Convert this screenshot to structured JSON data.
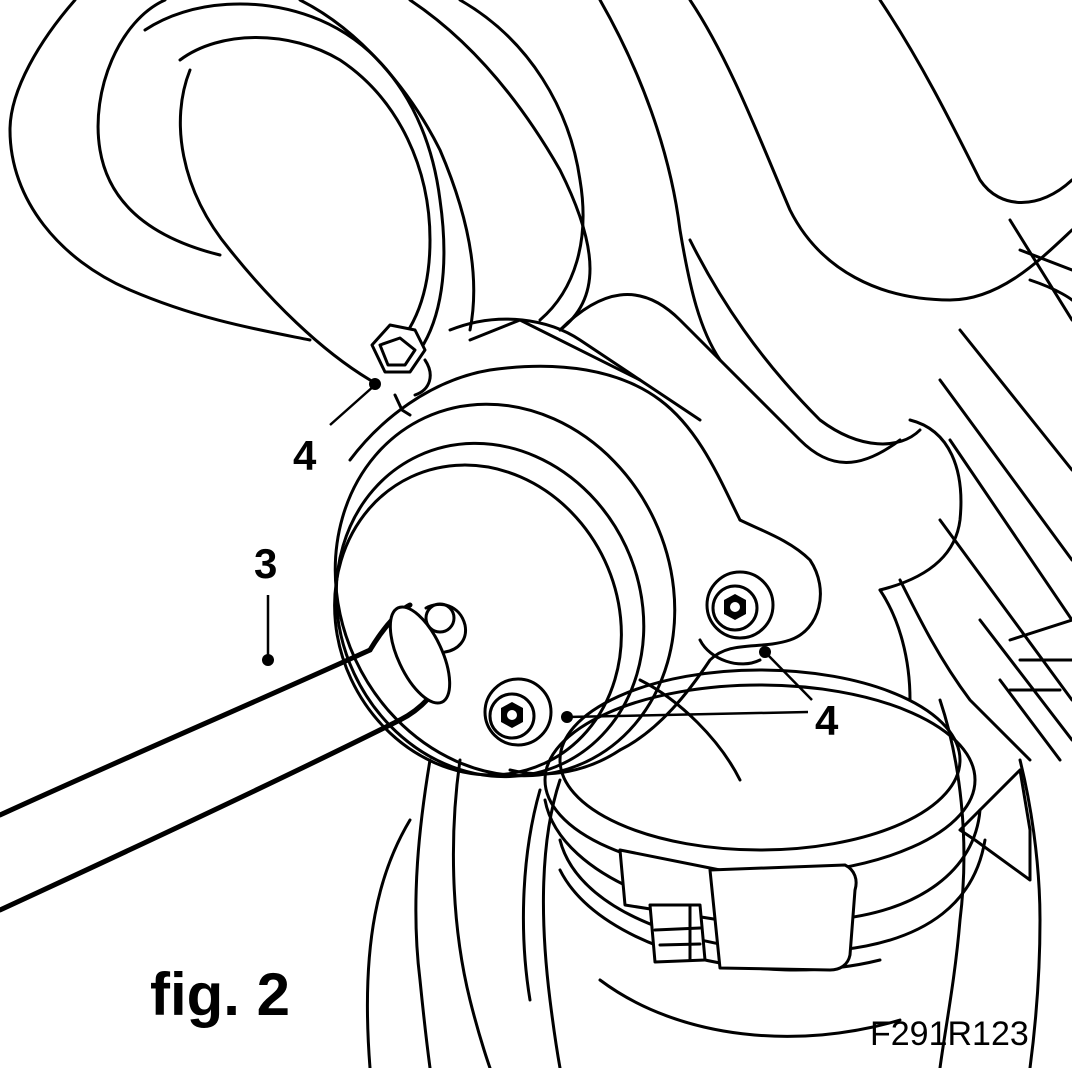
{
  "figure": {
    "label": "fig. 2",
    "reference": "F291R123"
  },
  "callouts": {
    "hose": "3",
    "screw_top": "4",
    "screw_right": "4"
  }
}
